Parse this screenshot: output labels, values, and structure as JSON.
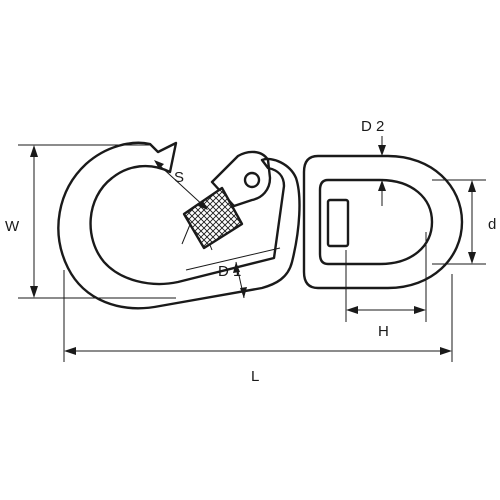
{
  "labels": {
    "W": "W",
    "S": "S",
    "D1": "D 1",
    "D2": "D 2",
    "d": "d",
    "H": "H",
    "L": "L"
  }
}
